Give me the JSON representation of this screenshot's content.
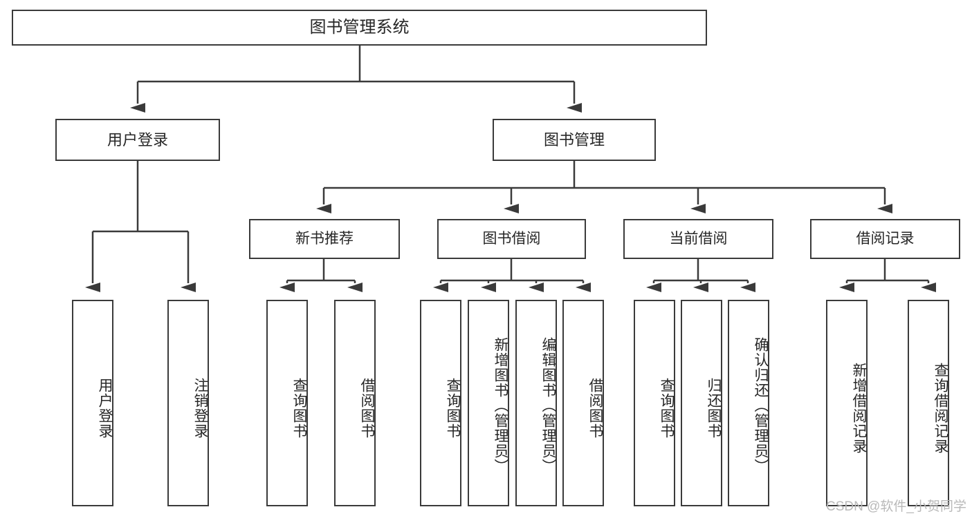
{
  "diagram": {
    "title": "图书管理系统",
    "type": "tree",
    "watermark": "CSDN @软件_小贺同学",
    "colors": {
      "stroke": "#3a3a3a",
      "text": "#262626",
      "background": "#ffffff",
      "watermark": "#b9b9b9"
    },
    "nodes": {
      "root": {
        "label": "图书管理系统"
      },
      "level2": [
        {
          "label": "用户登录"
        },
        {
          "label": "图书管理"
        }
      ],
      "level3": [
        {
          "label": "新书推荐"
        },
        {
          "label": "图书借阅"
        },
        {
          "label": "当前借阅"
        },
        {
          "label": "借阅记录"
        }
      ],
      "leaves_user_login": [
        {
          "label": "用户登录"
        },
        {
          "label": "注销登录"
        }
      ],
      "leaves_new_book": [
        {
          "label": "查询图书"
        },
        {
          "label": "借阅图书"
        }
      ],
      "leaves_borrow": [
        {
          "label": "查询图书"
        },
        {
          "label": "新增图书（管理员）"
        },
        {
          "label": "编辑图书（管理员）"
        },
        {
          "label": "借阅图书"
        }
      ],
      "leaves_current": [
        {
          "label": "查询图书"
        },
        {
          "label": "归还图书"
        },
        {
          "label": "确认归还（管理员）"
        }
      ],
      "leaves_record": [
        {
          "label": "新增借阅记录"
        },
        {
          "label": "查询借阅记录"
        }
      ]
    }
  }
}
